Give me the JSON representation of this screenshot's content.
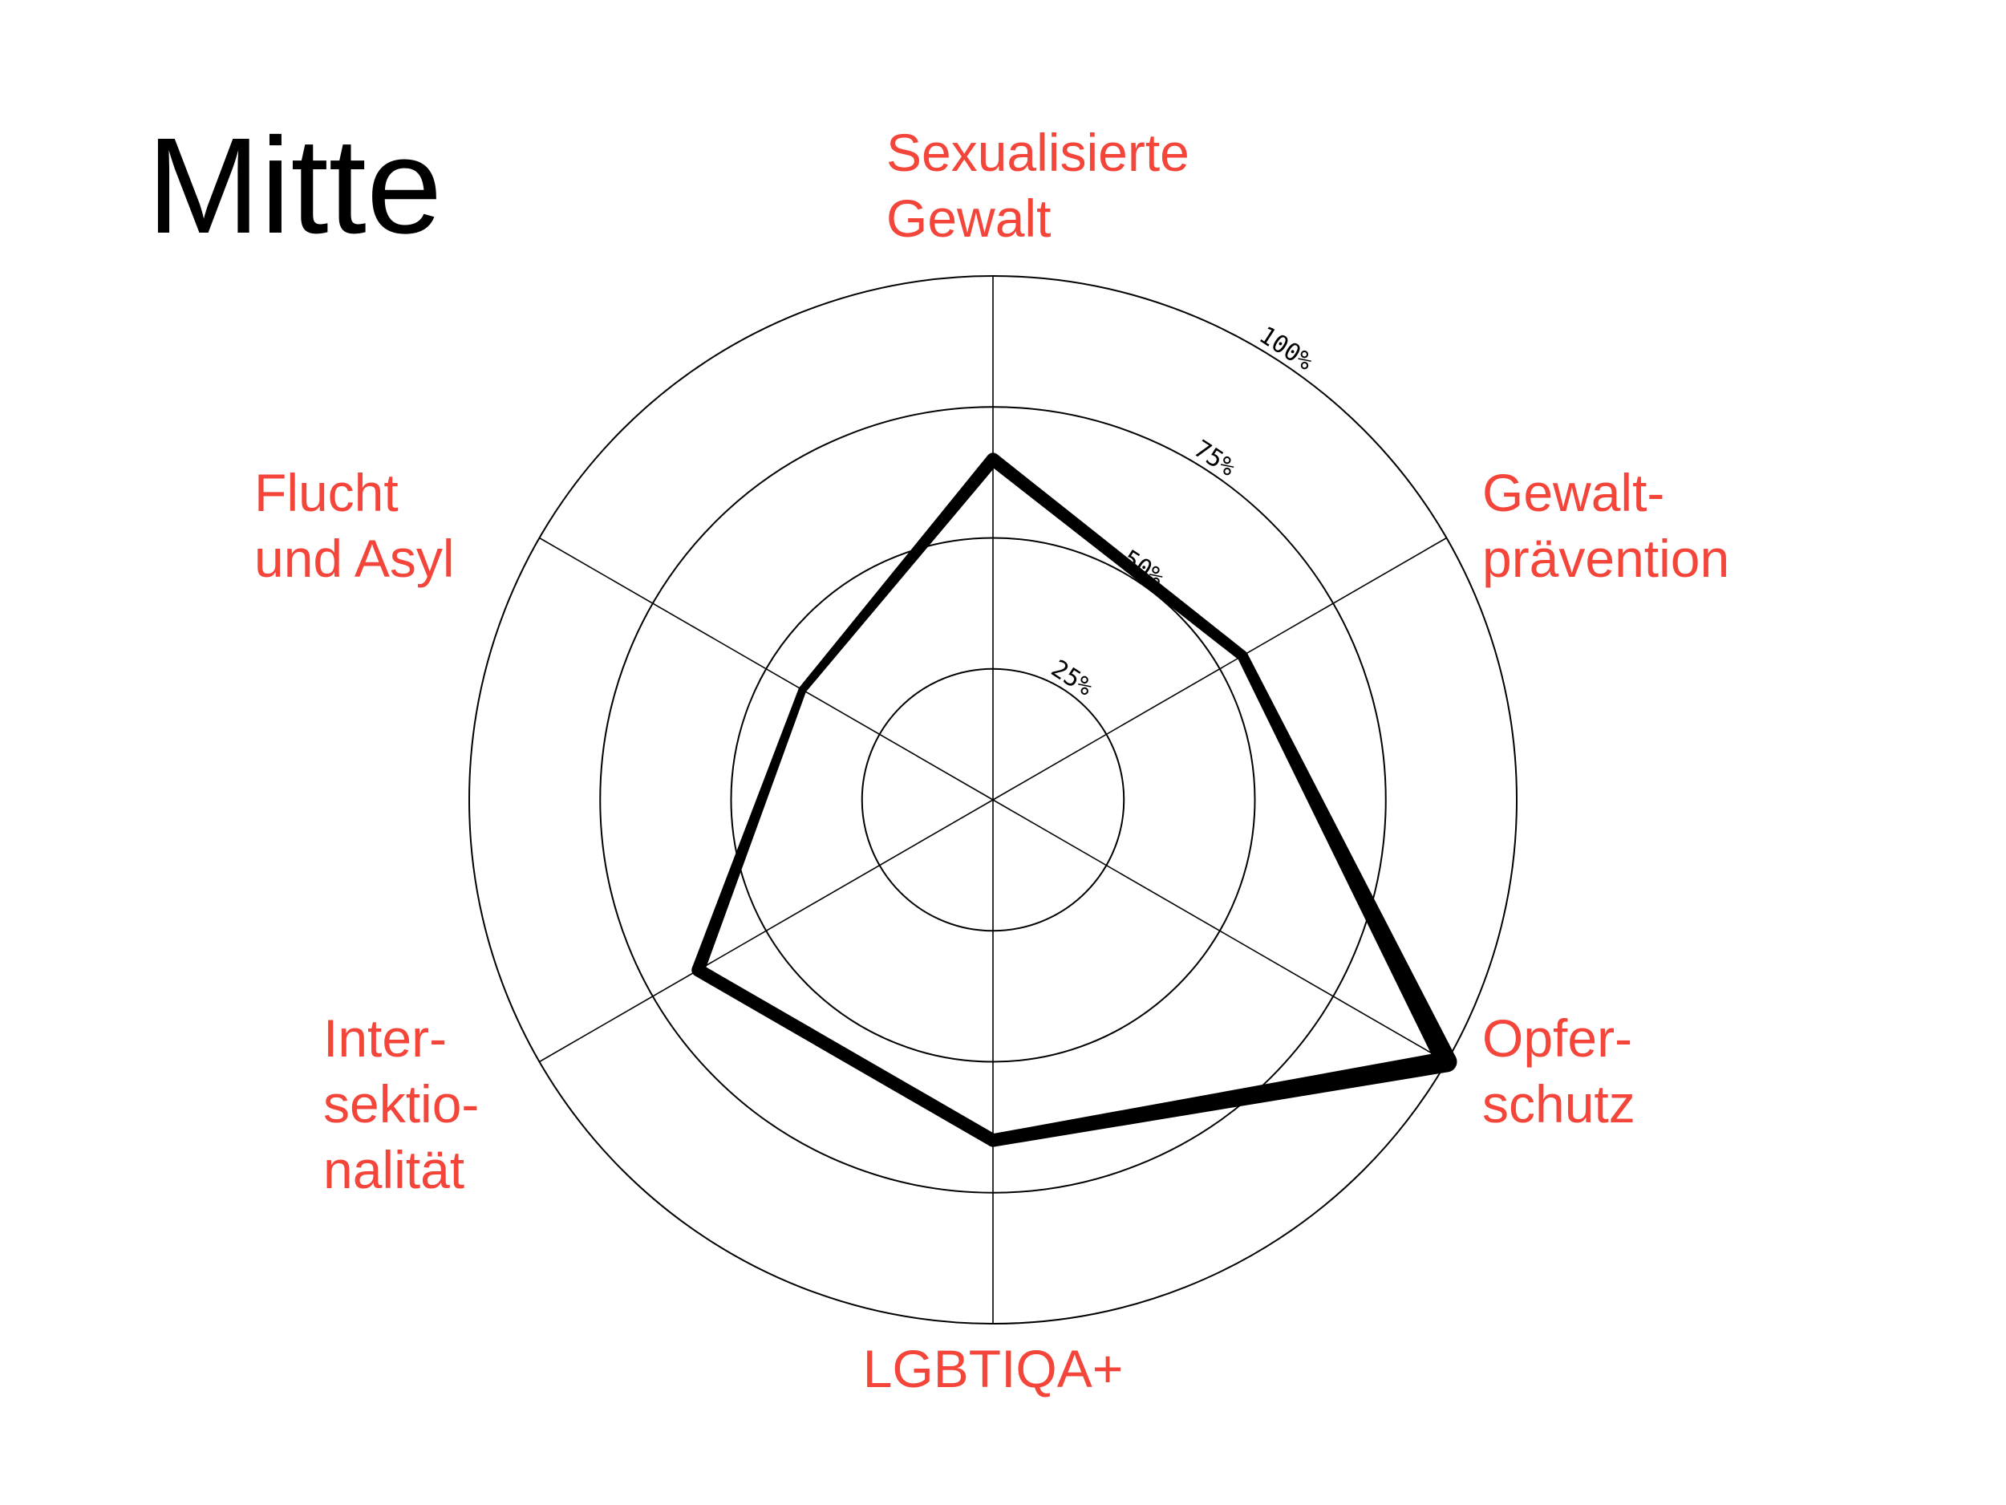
{
  "title": "Mitte",
  "colors": {
    "label": "#f4453b",
    "line": "#000000"
  },
  "chart_data": {
    "type": "radar",
    "title": "Mitte",
    "rlim": [
      0,
      100
    ],
    "ticks": [
      {
        "value": 25,
        "label": "25%"
      },
      {
        "value": 50,
        "label": "50%"
      },
      {
        "value": 75,
        "label": "75%"
      },
      {
        "value": 100,
        "label": "100%"
      }
    ],
    "axes": [
      {
        "label_lines": [
          "Sexualisierte",
          "Gewalt"
        ],
        "value": 65
      },
      {
        "label_lines": [
          "Gewalt-",
          "prävention"
        ],
        "value": 55
      },
      {
        "label_lines": [
          "Opfer-",
          "schutz"
        ],
        "value": 100
      },
      {
        "label_lines": [
          "LGBTIQA+"
        ],
        "value": 65
      },
      {
        "label_lines": [
          "Inter-",
          "sektio-",
          "nalität"
        ],
        "value": 65
      },
      {
        "label_lines": [
          "Flucht",
          "und Asyl"
        ],
        "value": 42
      }
    ],
    "line_weight_range": [
      10,
      26
    ]
  }
}
